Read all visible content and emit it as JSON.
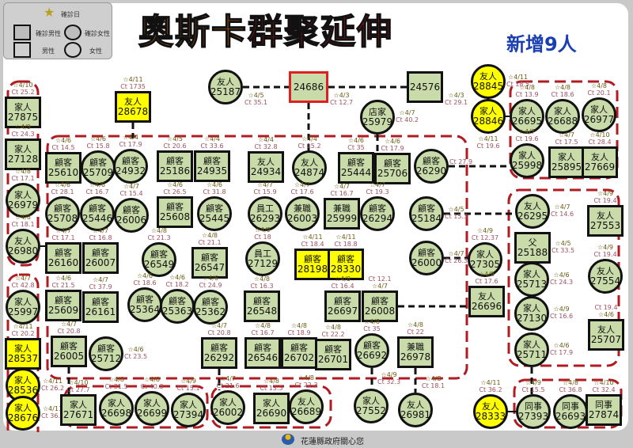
{
  "legend": {
    "title": "確診日",
    "confirmed_male": "確診男性",
    "confirmed_female": "確診女性",
    "male": "男性",
    "female": "女性"
  },
  "title": {
    "part1": "奧斯卡",
    "part2": "群聚延伸"
  },
  "new_count": "新增9人",
  "footer": "花蓮縣政府關心您",
  "colors": {
    "node_fill": "#c8dba8",
    "confirmed_new": "#ffff00",
    "group_border": "#b01c22",
    "index_border": "#e02020"
  },
  "nodes": [
    {
      "id": "27875",
      "label": "家人",
      "shape": "box",
      "date": "☆4/10",
      "ct": "Ct 25.2"
    },
    {
      "id": "27128",
      "label": "家人",
      "shape": "box",
      "date": "☆4/9",
      "ct": "Ct 24.3"
    },
    {
      "id": "26979",
      "label": "家人",
      "shape": "circle",
      "date": "☆4/8",
      "ct": "Ct 17.1"
    },
    {
      "id": "26980",
      "label": "友人",
      "shape": "circle",
      "date": "☆4/8",
      "ct": "Ct 18.1"
    },
    {
      "id": "25997",
      "label": "家人",
      "shape": "circle",
      "date": "☆4/7",
      "ct": "Ct 42.8"
    },
    {
      "id": "28537",
      "label": "家人",
      "shape": "box",
      "yellow": true,
      "date": "☆4/11",
      "ct": "Ct 20.2"
    },
    {
      "id": "28536",
      "label": "家人",
      "shape": "circle",
      "yellow": true,
      "date": "☆4/11",
      "ct": "Ct 26.2"
    },
    {
      "id": "28676",
      "label": "家人",
      "shape": "circle",
      "yellow": true,
      "date": "☆4/11",
      "ct": "Ct 36.2"
    },
    {
      "id": "28678",
      "label": "友人",
      "shape": "box",
      "yellow": true,
      "date": "☆4/11",
      "ct": "Ct 1735"
    },
    {
      "id": "25187",
      "label": "友人",
      "shape": "circle",
      "date": "☆4/5",
      "ct": "Ct 35.1"
    },
    {
      "id": "24686",
      "label": "",
      "shape": "box",
      "index": true,
      "date": "☆4/3",
      "ct": "Ct 12.7"
    },
    {
      "id": "24576",
      "label": "",
      "shape": "box",
      "date": "☆4/3",
      "ct": "Ct 29.1"
    },
    {
      "id": "25979",
      "label": "店家",
      "shape": "circle",
      "date": "☆4/7",
      "ct": "Ct 40.2"
    },
    {
      "id": "28845",
      "label": "友人",
      "shape": "circle",
      "yellow": true,
      "date": "☆4/11",
      "ct": "Ct 18.5"
    },
    {
      "id": "28846",
      "label": "家人",
      "shape": "circle",
      "yellow": true,
      "date": "☆4/11",
      "ct": "Ct 19.6"
    },
    {
      "id": "25610",
      "label": "顧客",
      "shape": "box",
      "date": "☆4/6",
      "ct": "Ct 14.5"
    },
    {
      "id": "25709",
      "label": "顧客",
      "shape": "circle",
      "date": "☆4/6",
      "ct": "Ct 15.8"
    },
    {
      "id": "24932",
      "label": "顧客",
      "shape": "circle",
      "date": "☆4/4",
      "ct": "Ct 17.9"
    },
    {
      "id": "25186",
      "label": "顧客",
      "shape": "box",
      "date": "☆4/5",
      "ct": "Ct 20.6"
    },
    {
      "id": "24935",
      "label": "顧客",
      "shape": "box",
      "date": "☆4/4",
      "ct": "Ct 33.6"
    },
    {
      "id": "24934",
      "label": "友人",
      "shape": "box",
      "date": "☆4/4",
      "ct": "Ct 32.8"
    },
    {
      "id": "24874",
      "label": "友人",
      "shape": "circle",
      "date": "☆4/4",
      "ct": "Ct 15.2"
    },
    {
      "id": "25444",
      "label": "顧客",
      "shape": "box",
      "date": "☆4/6",
      "ct": "Ct 35"
    },
    {
      "id": "25706",
      "label": "顧客",
      "shape": "box",
      "date": "☆4/6",
      "ct": "Ct 17.9"
    },
    {
      "id": "26290",
      "label": "顧客",
      "shape": "circle",
      "date": "",
      "ct": "Ct 27.9"
    },
    {
      "id": "25708",
      "label": "顧客",
      "shape": "circle",
      "date": "☆4/6",
      "ct": "Ct 28.1"
    },
    {
      "id": "25446",
      "label": "顧客",
      "shape": "circle",
      "date": "☆4/6",
      "ct": "Ct 16.7"
    },
    {
      "id": "26006",
      "label": "顧客",
      "shape": "circle",
      "date": "☆4/7",
      "ct": "Ct 15.4"
    },
    {
      "id": "25608",
      "label": "顧客",
      "shape": "box",
      "date": "☆4/6",
      "ct": "Ct 26.5"
    },
    {
      "id": "25445",
      "label": "顧客",
      "shape": "circle",
      "date": "☆4/6",
      "ct": "Ct 31.8"
    },
    {
      "id": "26293",
      "label": "員工",
      "shape": "circle",
      "date": "☆4/7",
      "ct": "Ct 15.9"
    },
    {
      "id": "26003",
      "label": "兼職",
      "shape": "circle",
      "date": "☆4/7",
      "ct": "Ct 17.6"
    },
    {
      "id": "25999",
      "label": "兼職",
      "shape": "box",
      "date": "☆4/7",
      "ct": "Ct 16.7"
    },
    {
      "id": "26294",
      "label": "顧客",
      "shape": "circle",
      "date": "☆4/7",
      "ct": "Ct 19.3"
    },
    {
      "id": "25184",
      "label": "顧客",
      "shape": "circle",
      "date": "☆4/5",
      "ct": "Ct 15.3"
    },
    {
      "id": "26160",
      "label": "顧客",
      "shape": "box",
      "date": "☆4/7",
      "ct": "Ct 17.1"
    },
    {
      "id": "26007",
      "label": "顧客",
      "shape": "box",
      "date": "☆4/7",
      "ct": "Ct 16.8"
    },
    {
      "id": "26549",
      "label": "顧客",
      "shape": "circle",
      "date": "☆4/8",
      "ct": "Ct 21.3"
    },
    {
      "id": "26547",
      "label": "顧客",
      "shape": "box",
      "date": "☆4/8",
      "ct": "Ct 21.1"
    },
    {
      "id": "27129",
      "label": "員工",
      "shape": "circle",
      "date": "☆4/9",
      "ct": "Ct 18"
    },
    {
      "id": "28198",
      "label": "顧客",
      "shape": "box",
      "yellow": true,
      "date": "☆4/11",
      "ct": "Ct 18.4"
    },
    {
      "id": "28330",
      "label": "顧客",
      "shape": "box",
      "yellow": true,
      "date": "☆4/11",
      "ct": "Ct 18.8"
    },
    {
      "id": "26000",
      "label": "顧客",
      "shape": "circle",
      "date": "☆4/7",
      "ct": "Ct 26.3"
    },
    {
      "id": "25609",
      "label": "顧客",
      "shape": "box",
      "date": "☆4/6",
      "ct": "Ct 21.5"
    },
    {
      "id": "26161",
      "label": "顧客",
      "shape": "box",
      "date": "☆4/7",
      "ct": "Ct 37.9"
    },
    {
      "id": "25364",
      "label": "顧客",
      "shape": "circle",
      "date": "☆4/6",
      "ct": "Ct 18.6"
    },
    {
      "id": "25363",
      "label": "顧客",
      "shape": "circle",
      "date": "☆4/6",
      "ct": "Ct 18.2"
    },
    {
      "id": "25362",
      "label": "顧客",
      "shape": "circle",
      "date": "☆4/6",
      "ct": "Ct 24.9"
    },
    {
      "id": "26548",
      "label": "顧客",
      "shape": "box",
      "date": "☆4/8",
      "ct": "Ct 16.3"
    },
    {
      "id": "26697",
      "label": "顧客",
      "shape": "box",
      "date": "☆4/8",
      "ct": "Ct 16.4"
    },
    {
      "id": "26008",
      "label": "顧客",
      "shape": "box",
      "date": "☆4/7",
      "ct": "Ct 12.1",
      "ct_first": true
    },
    {
      "id": "26005",
      "label": "顧客",
      "shape": "box",
      "date": "☆4/7",
      "ct": "Ct 20.8"
    },
    {
      "id": "25712",
      "label": "顧客",
      "shape": "circle",
      "date": "☆4/6",
      "ct": "Ct 23.5"
    },
    {
      "id": "26292",
      "label": "顧客",
      "shape": "box",
      "date": "☆4/7",
      "ct": "Ct 20.8"
    },
    {
      "id": "26546",
      "label": "顧客",
      "shape": "box",
      "date": "☆4/8",
      "ct": "Ct 16.7"
    },
    {
      "id": "26702",
      "label": "顧客",
      "shape": "box",
      "date": "☆4/8",
      "ct": "Ct 18.9"
    },
    {
      "id": "26701",
      "label": "顧客",
      "shape": "box",
      "date": "☆4/8",
      "ct": "Ct 22.2"
    },
    {
      "id": "26692",
      "label": "顧客",
      "shape": "circle",
      "date": "☆4/8",
      "ct": "Ct 35"
    },
    {
      "id": "26978",
      "label": "兼職",
      "shape": "box",
      "date": "☆4/8",
      "ct": "Ct 22"
    },
    {
      "id": "27671",
      "label": "家人",
      "shape": "box",
      "date": "☆4/10",
      "ct": "Ct 27.7"
    },
    {
      "id": "26698",
      "label": "家人",
      "shape": "circle",
      "date": "☆4/8",
      "ct": "Ct 31.5"
    },
    {
      "id": "26699",
      "label": "家人",
      "shape": "circle",
      "date": "☆4/8",
      "ct": "Ct 40.3"
    },
    {
      "id": "27394",
      "label": "家人",
      "shape": "circle",
      "date": "☆4/9",
      "ct": "Ct 15.1"
    },
    {
      "id": "26002",
      "label": "家人",
      "shape": "circle",
      "date": "☆4/7",
      "ct": "Ct 21.6"
    },
    {
      "id": "26690",
      "label": "家人",
      "shape": "box",
      "date": "☆4/8",
      "ct": "Ct 13.5"
    },
    {
      "id": "26689",
      "label": "友人",
      "shape": "circle",
      "date": "☆4/8",
      "ct": "Ct 22.3"
    },
    {
      "id": "27552",
      "label": "家人",
      "shape": "circle",
      "date": "☆4/9",
      "ct": "Ct 32.3"
    },
    {
      "id": "26981",
      "label": "友人",
      "shape": "circle",
      "date": "☆4/8",
      "ct": "Ct 18.1"
    },
    {
      "id": "26695",
      "label": "家人",
      "shape": "circle",
      "date": "☆4/8",
      "ct": "Ct 13.9"
    },
    {
      "id": "26688",
      "label": "家人",
      "shape": "circle",
      "date": "☆4/8",
      "ct": "Ct 18.6"
    },
    {
      "id": "26977",
      "label": "家人",
      "shape": "circle",
      "date": "☆4/8",
      "ct": "Ct 20.1"
    },
    {
      "id": "25998",
      "label": "家人",
      "shape": "circle",
      "date": "☆4/7",
      "ct": "Ct 19.6"
    },
    {
      "id": "25895",
      "label": "家人",
      "shape": "box",
      "date": "☆4/7",
      "ct": "Ct 17.5"
    },
    {
      "id": "27669",
      "label": "友人",
      "shape": "box",
      "date": "☆4/10",
      "ct": "Ct 28.4"
    },
    {
      "id": "26295",
      "label": "友人",
      "shape": "circle",
      "date": "☆4/7",
      "ct": "Ct 14.6"
    },
    {
      "id": "27553",
      "label": "友人",
      "shape": "box",
      "date": "☆4/9",
      "ct": "Ct 19.4"
    },
    {
      "id": "25188",
      "label": "父",
      "shape": "box",
      "date": "☆4/5",
      "ct": "Ct 33.5"
    },
    {
      "id": "27305",
      "label": "家人",
      "shape": "circle",
      "date": "☆4/9",
      "ct": "Ct 12.37"
    },
    {
      "id": "25713",
      "label": "家人",
      "shape": "circle",
      "date": "☆4/6",
      "ct": "Ct 24.3"
    },
    {
      "id": "27554",
      "label": "友人",
      "shape": "circle",
      "date": "☆4/9",
      "ct": "Ct 19.4"
    },
    {
      "id": "26696",
      "label": "友人",
      "shape": "box",
      "date": "☆4/8",
      "ct": "Ct 17.6"
    },
    {
      "id": "27130",
      "label": "家人",
      "shape": "circle",
      "date": "☆4/9",
      "ct": "Ct 16.6"
    },
    {
      "id": "25707",
      "label": "友人",
      "shape": "box",
      "date": "☆4/6",
      "ct": "Ct 19.4",
      "ct_first": true
    },
    {
      "id": "25711",
      "label": "家人",
      "shape": "circle",
      "date": "☆4/6",
      "ct": "Ct 17.9"
    },
    {
      "id": "28333",
      "label": "友人",
      "shape": "circle",
      "yellow": true,
      "date": "☆4/11",
      "ct": "Ct 36.2"
    },
    {
      "id": "27393",
      "label": "同事",
      "shape": "circle",
      "date": "☆4/9",
      "ct": "Ct 15.5"
    },
    {
      "id": "26693",
      "label": "同事",
      "shape": "circle",
      "date": "☆4/8",
      "ct": "Ct 36.8"
    },
    {
      "id": "27874",
      "label": "同事",
      "shape": "box",
      "date": "☆4/10",
      "ct": "Ct 32.4"
    }
  ]
}
